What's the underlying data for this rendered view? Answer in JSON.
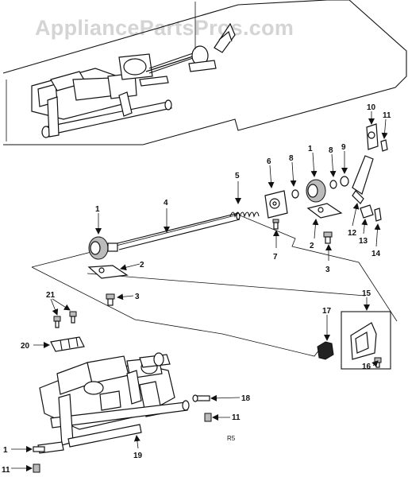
{
  "watermark": "AppliancePartsPros.com",
  "diagram_code": "R5",
  "callouts": [
    "1",
    "1",
    "1",
    "2",
    "2",
    "3",
    "3",
    "4",
    "5",
    "6",
    "7",
    "8",
    "8",
    "9",
    "10",
    "11",
    "11",
    "11",
    "12",
    "13",
    "14",
    "15",
    "16",
    "17",
    "18",
    "19",
    "20",
    "21"
  ]
}
